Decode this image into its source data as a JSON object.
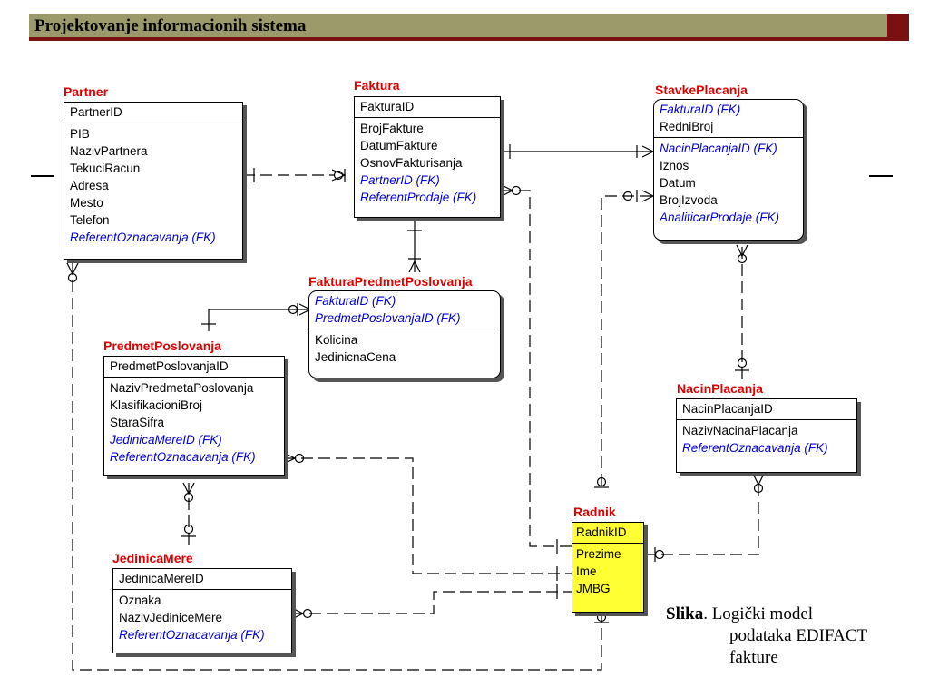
{
  "header": {
    "title": "Projektovanje informacionih sistema"
  },
  "entities": {
    "partner": {
      "name": "Partner",
      "keys": [
        "PartnerID"
      ],
      "attrs": [
        {
          "t": "PIB"
        },
        {
          "t": "NazivPartnera"
        },
        {
          "t": "TekuciRacun"
        },
        {
          "t": "Adresa"
        },
        {
          "t": "Mesto"
        },
        {
          "t": "Telefon"
        },
        {
          "t": "ReferentOznacavanja (FK)",
          "fk": true
        }
      ]
    },
    "faktura": {
      "name": "Faktura",
      "keys": [
        "FakturaID"
      ],
      "attrs": [
        {
          "t": "BrojFakture"
        },
        {
          "t": "DatumFakture"
        },
        {
          "t": "OsnovFakturisanja"
        },
        {
          "t": "PartnerID (FK)",
          "fk": true
        },
        {
          "t": "ReferentProdaje (FK)",
          "fk": true
        }
      ]
    },
    "stavkePlacanja": {
      "name": "StavkePlacanja",
      "keys": [
        {
          "t": "FakturaID (FK)",
          "fk": true
        },
        {
          "t": "RedniBroj"
        }
      ],
      "attrs": [
        {
          "t": "NacinPlacanjaID (FK)",
          "fk": true
        },
        {
          "t": "Iznos"
        },
        {
          "t": "Datum"
        },
        {
          "t": "BrojIzvoda"
        },
        {
          "t": "AnaliticarProdaje (FK)",
          "fk": true
        }
      ]
    },
    "fakturaPredmet": {
      "name": "FakturaPredmetPoslovanja",
      "keys": [
        {
          "t": "FakturaID (FK)",
          "fk": true
        },
        {
          "t": "PredmetPoslovanjaID (FK)",
          "fk": true
        }
      ],
      "attrs": [
        {
          "t": "Kolicina"
        },
        {
          "t": "JedinicnaCena"
        }
      ]
    },
    "predmetPoslovanja": {
      "name": "PredmetPoslovanja",
      "keys": [
        "PredmetPoslovanjaID"
      ],
      "attrs": [
        {
          "t": "NazivPredmetaPoslovanja"
        },
        {
          "t": "KlasifikacioniBroj"
        },
        {
          "t": "StaraSifra"
        },
        {
          "t": "JedinicaMereID (FK)",
          "fk": true
        },
        {
          "t": "ReferentOznacavanja (FK)",
          "fk": true
        }
      ]
    },
    "nacinPlacanja": {
      "name": "NacinPlacanja",
      "keys": [
        "NacinPlacanjaID"
      ],
      "attrs": [
        {
          "t": "NazivNacinaPlacanja"
        },
        {
          "t": "ReferentOznacavanja (FK)",
          "fk": true
        }
      ]
    },
    "jedinicaMere": {
      "name": "JedinicaMere",
      "keys": [
        "JedinicaMereID"
      ],
      "attrs": [
        {
          "t": "Oznaka"
        },
        {
          "t": "NazivJediniceMere"
        },
        {
          "t": "ReferentOznacavanja (FK)",
          "fk": true
        }
      ]
    },
    "radnik": {
      "name": "Radnik",
      "keys": [
        "RadnikID"
      ],
      "attrs": [
        {
          "t": "Prezime"
        },
        {
          "t": "Ime"
        },
        {
          "t": "JMBG"
        }
      ]
    }
  },
  "caption": {
    "bold": "Slika",
    "line1": ". Logički model",
    "line2": "podataka EDIFACT",
    "line3": "fakture"
  },
  "colors": {
    "header_bg": "#9c9a6a",
    "header_accent": "#7a1010",
    "entity_name": "#e00000",
    "fk_text": "#0000d8",
    "radnik_bg": "#ffff33"
  }
}
